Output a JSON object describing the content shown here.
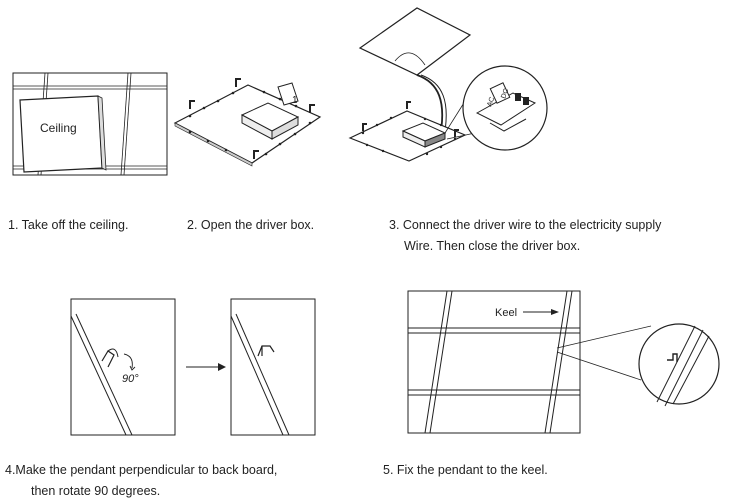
{
  "steps": [
    {
      "lines": [
        "1. Take off the ceiling."
      ],
      "figure_labels": [
        "Ceiling"
      ]
    },
    {
      "lines": [
        "2. Open the driver box."
      ],
      "figure_labels": [
        "1"
      ]
    },
    {
      "lines": [
        "3. Connect the driver wire to the electricity supply",
        "Wire. Then close the driver box."
      ],
      "figure_labels": [
        "AC",
        "DC"
      ]
    },
    {
      "lines": [
        "4.Make the pendant perpendicular to back board,",
        "then rotate 90 degrees."
      ],
      "figure_labels": [
        "90°"
      ]
    },
    {
      "lines": [
        "5. Fix the pendant to the keel."
      ],
      "figure_labels": [
        "Keel"
      ]
    }
  ],
  "colors": {
    "line": "#222222",
    "background": "#ffffff"
  }
}
